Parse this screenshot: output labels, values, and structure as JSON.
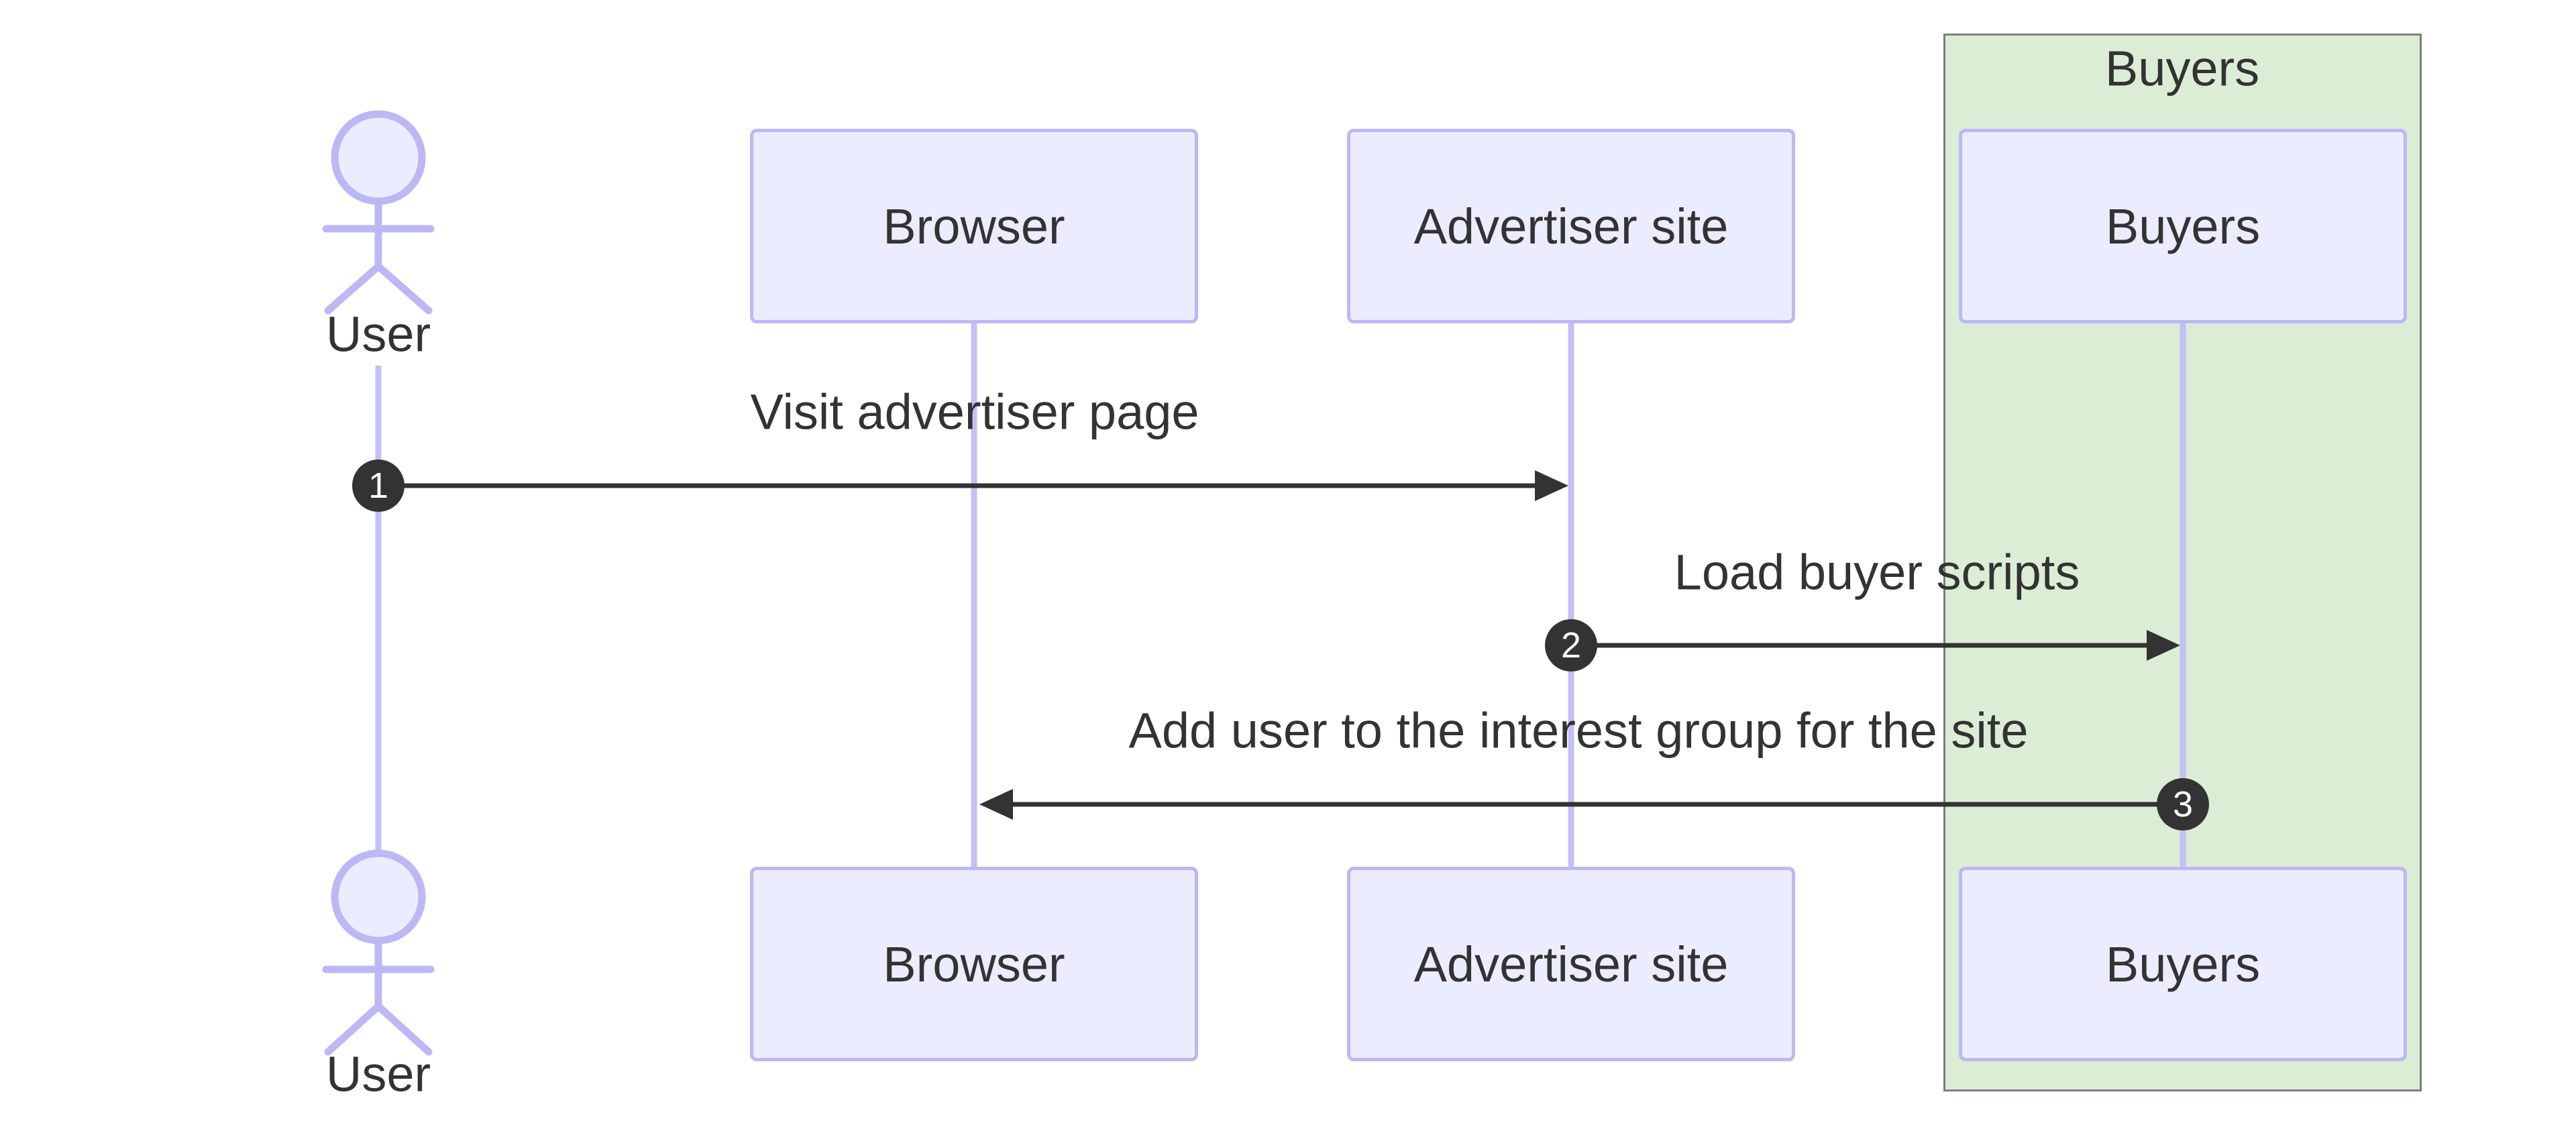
{
  "diagram": {
    "kind": "sequence-diagram",
    "background_color": "#ffffff",
    "colors": {
      "participant_fill": "#ECECFF",
      "participant_border": "#bbb8f5",
      "lifeline": "#c2c0f6",
      "actor_stroke": "#bbb8f5",
      "group_fill": "#dcedd6",
      "group_border": "#7d7f7b",
      "message_line": "#333333",
      "text": "#333333",
      "badge_fill": "#333333",
      "badge_text": "#ffffff"
    },
    "actor": {
      "top_label": "User",
      "bottom_label": "User"
    },
    "group": {
      "label": "Buyers"
    },
    "participants": [
      {
        "label": "Browser"
      },
      {
        "label": "Advertiser site"
      },
      {
        "label": "Buyers"
      }
    ],
    "messages": [
      {
        "seq": "1",
        "label": "Visit advertiser page",
        "from": "User",
        "to": "Advertiser site",
        "direction": "right"
      },
      {
        "seq": "2",
        "label": "Load buyer scripts",
        "from": "Advertiser site",
        "to": "Buyers",
        "direction": "right"
      },
      {
        "seq": "3",
        "label": "Add user to the interest group for the site",
        "from": "Buyers",
        "to": "Browser",
        "direction": "left"
      }
    ]
  }
}
